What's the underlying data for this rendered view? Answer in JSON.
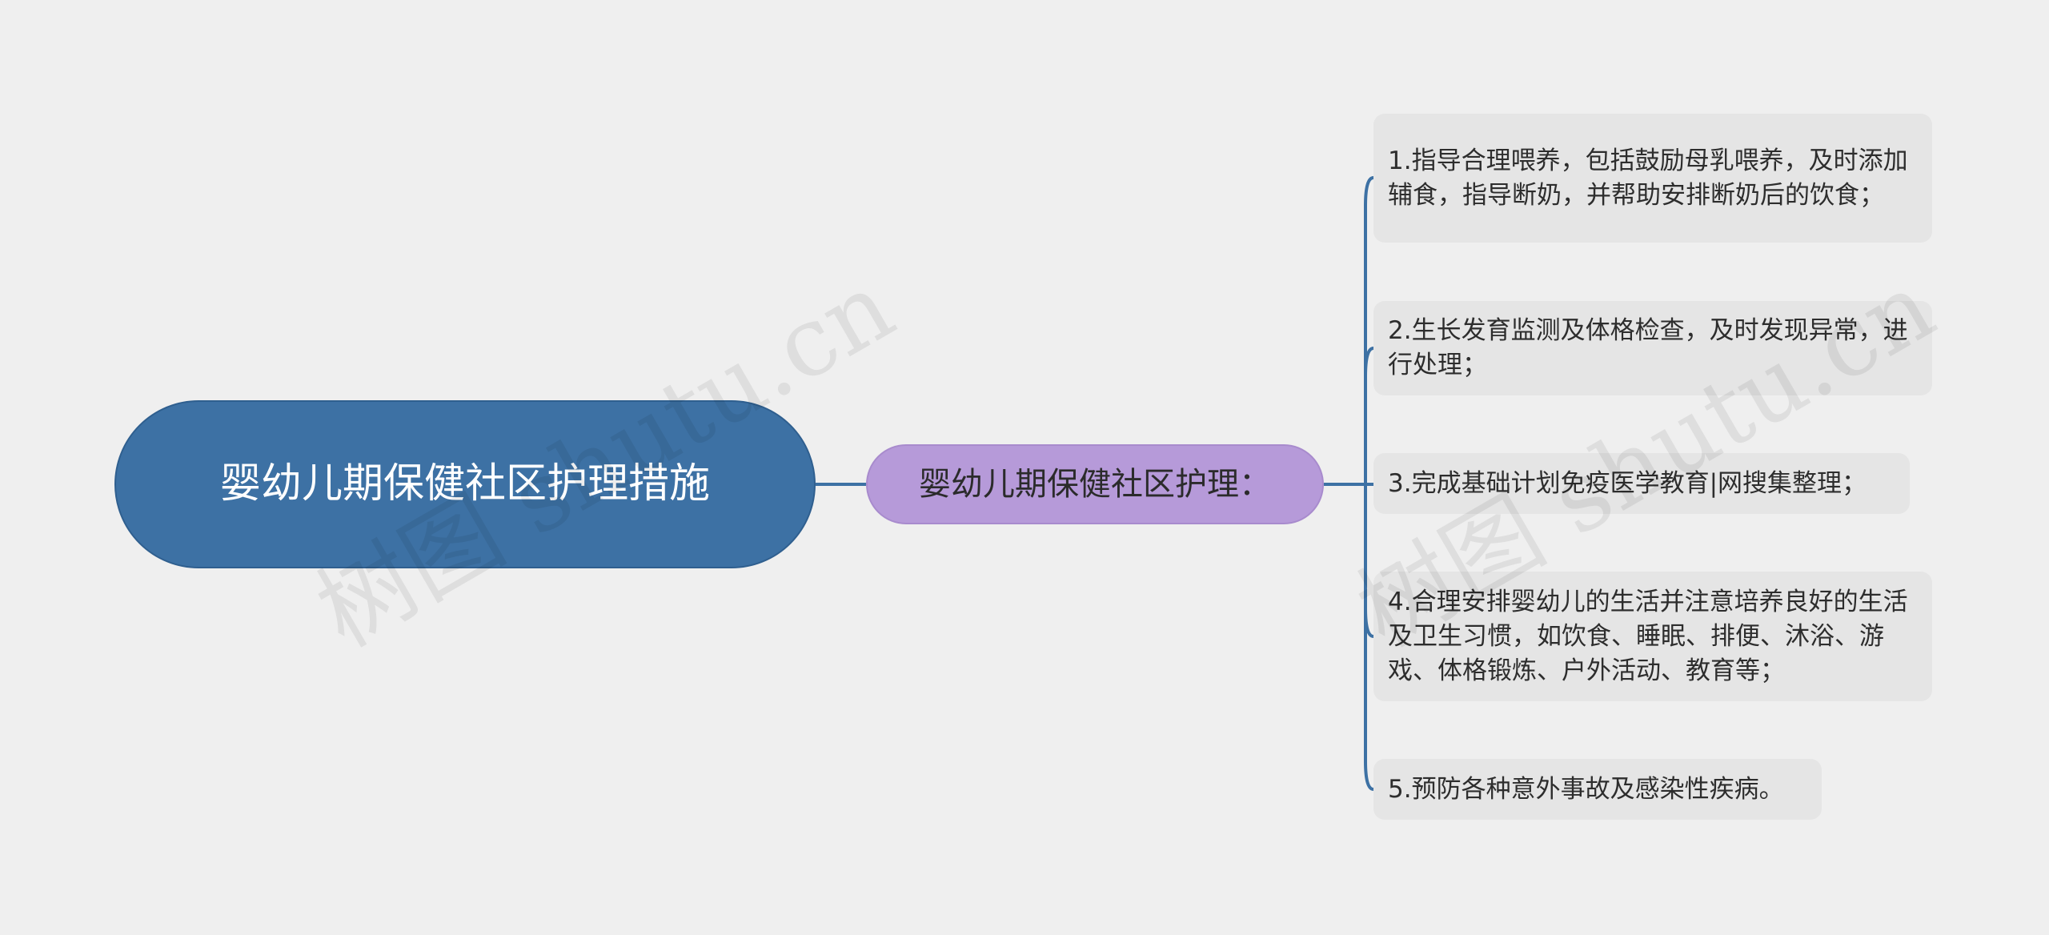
{
  "mindmap": {
    "root": "婴幼儿期保健社区护理措施",
    "branch": "婴幼儿期保健社区护理：",
    "items": [
      "1.指导合理喂养，包括鼓励母乳喂养，及时添加辅食，指导断奶，并帮助安排断奶后的饮食；",
      "2.生长发育监测及体格检查，及时发现异常，进行处理；",
      "3.完成基础计划免疫医学教育|网搜集整理；",
      "4.合理安排婴幼儿的生活并注意培养良好的生活及卫生习惯，如饮食、睡眠、排便、沐浴、游戏、体格锻炼、户外活动、教育等；",
      "5.预防各种意外事故及感染性疾病。"
    ]
  },
  "watermark": "树图 shutu.cn",
  "colors": {
    "background": "#efefef",
    "root_fill": "#3d71a4",
    "branch_fill": "#b69ad9",
    "leaf_fill": "#e5e5e5",
    "connector": "#3d71a4"
  }
}
